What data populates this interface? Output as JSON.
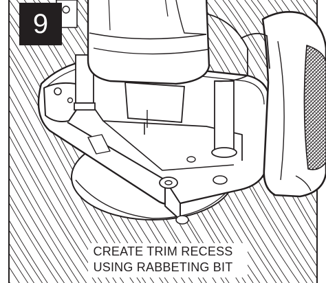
{
  "step": {
    "number": "9"
  },
  "caption": {
    "line1": "CREATE TRIM RECESS",
    "line2": "USING RABBETING BIT"
  },
  "colors": {
    "ink": "#231f20",
    "paper": "#ffffff",
    "tone": "#bfbfbf"
  }
}
